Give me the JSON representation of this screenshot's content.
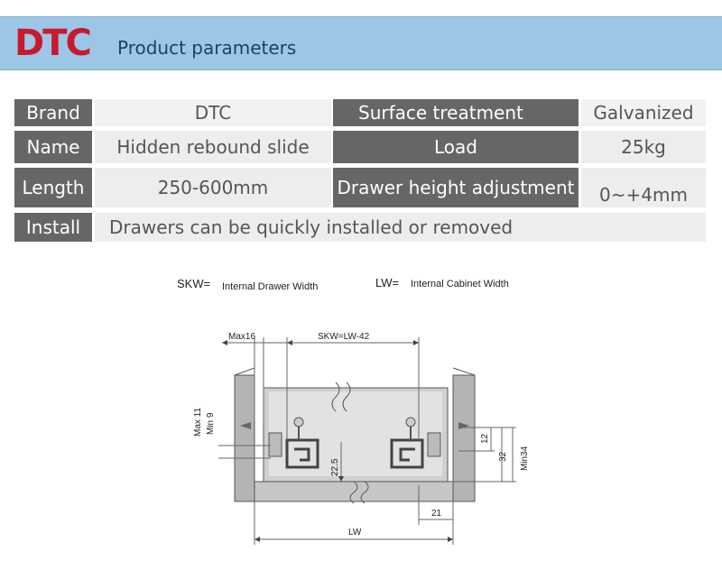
{
  "header": {
    "logo_text": "DTC",
    "title": "Product parameters",
    "accent_color": "#c8192e",
    "banner_color": "#9cc6e6"
  },
  "params": {
    "brand_label": "Brand",
    "brand_value": "DTC",
    "surface_label": "Surface treatment",
    "surface_value": "Galvanized",
    "name_label": "Name",
    "name_value": "Hidden rebound slide",
    "load_label": "Load",
    "load_value": "25kg",
    "length_label": "Length",
    "length_value": "250-600mm",
    "height_label": "Drawer height adjustment",
    "height_value": "0~+4mm",
    "install_label": "Install",
    "install_value": "Drawers can be quickly installed or removed"
  },
  "diagram": {
    "legend": {
      "skw_abbr": "SKW=",
      "skw_desc": "Internal Drawer Width",
      "lw_abbr": "LW=",
      "lw_desc": "Internal Cabinet Width"
    },
    "dims": {
      "max16": "Max16",
      "skw_formula": "SKW=LW-42",
      "max11": "Max 11",
      "min9": "Min 9",
      "d22_5": "22.5",
      "d12": "12",
      "d32": "32",
      "min34": "Min34",
      "d21": "21",
      "lw": "LW"
    }
  }
}
